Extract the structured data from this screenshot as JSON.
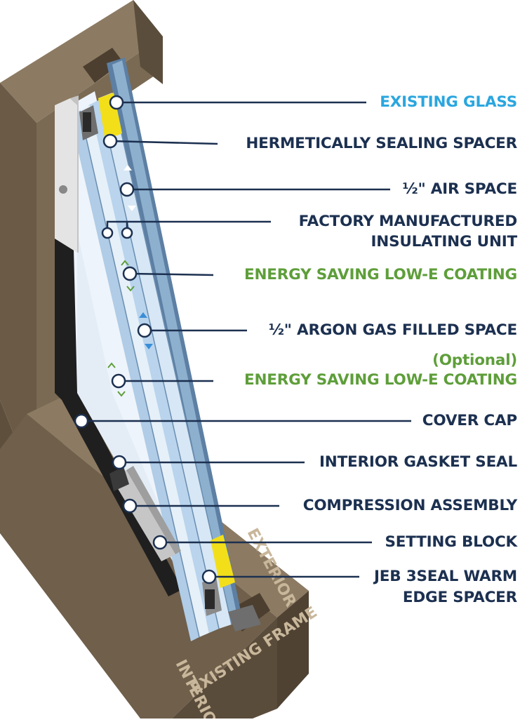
{
  "labels": {
    "existing_glass": "EXISTING GLASS",
    "hermetic_spacer": "HERMETICALLY SEALING SPACER",
    "air_space": "½\" AIR SPACE",
    "factory_unit_1": "FACTORY MANUFACTURED",
    "factory_unit_2": "INSULATING UNIT",
    "low_e_1": "ENERGY SAVING LOW-E COATING",
    "argon_space": "½\" ARGON GAS FILLED SPACE",
    "optional": "(Optional)",
    "low_e_2": "ENERGY SAVING LOW-E COATING",
    "cover_cap": "COVER CAP",
    "interior_gasket": "INTERIOR GASKET SEAL",
    "compression": "COMPRESSION ASSEMBLY",
    "setting_block": "SETTING BLOCK",
    "jeb_1": "JEB 3SEAL WARM",
    "jeb_2": "EDGE SPACER"
  },
  "frame_text": {
    "interior": "INTERIOR",
    "exterior": "EXTERIOR",
    "existing_frame": "EXISTING FRAME"
  },
  "colors": {
    "navy": "#1c3050",
    "cyan": "#2aa6df",
    "green": "#5e9e3a",
    "frame": "#6f5f4b",
    "glass": "#cfe2f2",
    "spacer": "#f2df1a"
  }
}
